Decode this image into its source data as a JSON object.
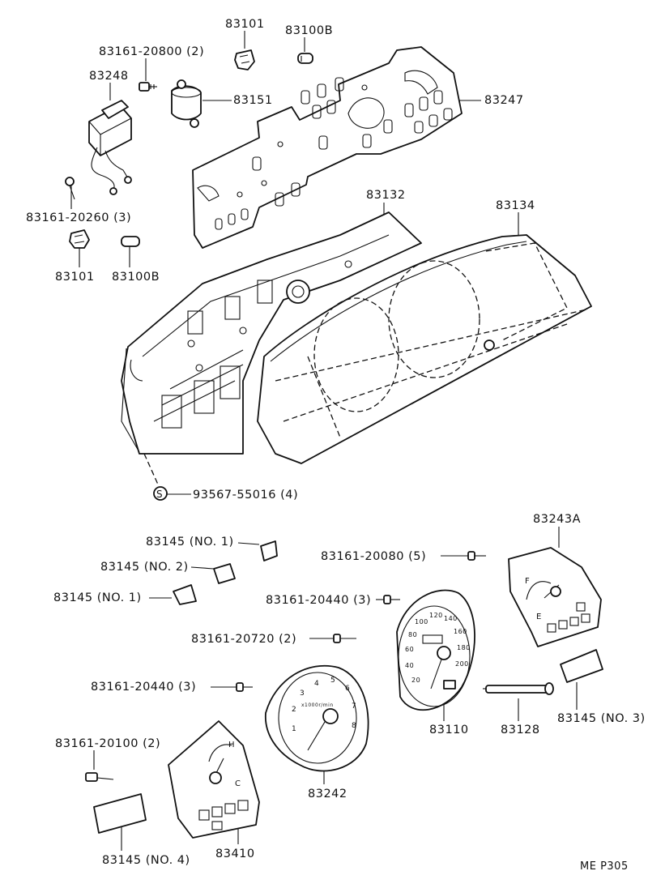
{
  "diagram": {
    "labels": [
      {
        "id": "lbl-83101-top",
        "text": "83101"
      },
      {
        "id": "lbl-83100b-top",
        "text": "83100B"
      },
      {
        "id": "lbl-83161-20800",
        "text": "83161-20800 (2)"
      },
      {
        "id": "lbl-83248",
        "text": "83248"
      },
      {
        "id": "lbl-83151",
        "text": "83151"
      },
      {
        "id": "lbl-83247",
        "text": "83247"
      },
      {
        "id": "lbl-83161-20260",
        "text": "83161-20260 (3)"
      },
      {
        "id": "lbl-83101-bottom",
        "text": "83101"
      },
      {
        "id": "lbl-83100b-bottom",
        "text": "83100B"
      },
      {
        "id": "lbl-83132",
        "text": "83132"
      },
      {
        "id": "lbl-83134",
        "text": "83134"
      },
      {
        "id": "lbl-93567-55016",
        "text": "93567-55016 (4)"
      },
      {
        "id": "lbl-83145-no1-a",
        "text": "83145 (NO. 1)"
      },
      {
        "id": "lbl-83145-no2",
        "text": "83145 (NO. 2)"
      },
      {
        "id": "lbl-83145-no1-b",
        "text": "83145 (NO. 1)"
      },
      {
        "id": "lbl-83161-20080",
        "text": "83161-20080 (5)"
      },
      {
        "id": "lbl-83243a",
        "text": "83243A"
      },
      {
        "id": "lbl-83161-20440-a",
        "text": "83161-20440 (3)"
      },
      {
        "id": "lbl-83161-20720",
        "text": "83161-20720 (2)"
      },
      {
        "id": "lbl-83161-20440-b",
        "text": "83161-20440 (3)"
      },
      {
        "id": "lbl-83110",
        "text": "83110"
      },
      {
        "id": "lbl-83128",
        "text": "83128"
      },
      {
        "id": "lbl-83145-no3",
        "text": "83145 (NO. 3)"
      },
      {
        "id": "lbl-83161-20100",
        "text": "83161-20100 (2)"
      },
      {
        "id": "lbl-83242",
        "text": "83242"
      },
      {
        "id": "lbl-83145-no4",
        "text": "83145 (NO. 4)"
      },
      {
        "id": "lbl-83410",
        "text": "83410"
      },
      {
        "id": "lbl-page-code",
        "text": "ME P305"
      }
    ],
    "screw_symbol": "S",
    "speedometer_numbers": [
      "20",
      "40",
      "60",
      "80",
      "100",
      "120",
      "140",
      "160",
      "180",
      "200"
    ],
    "tachometer_numbers": [
      "1",
      "2",
      "3",
      "4",
      "5",
      "6",
      "7",
      "8"
    ],
    "tachometer_unit": "x1000r/min",
    "fuel_gauge_marks": [
      "F",
      "E"
    ],
    "temp_gauge_marks": [
      "H",
      "C"
    ]
  }
}
